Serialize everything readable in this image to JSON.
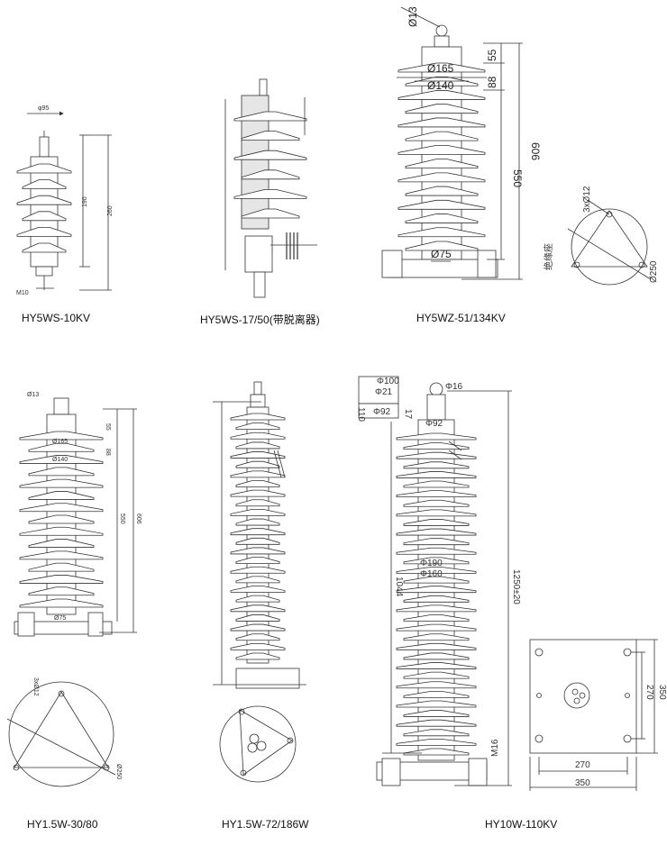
{
  "captions": {
    "a": "HY5WS-10KV",
    "b": "HY5WS-17/50(带脱离器)",
    "c": "HY5WZ-51/134KV",
    "d": "HY1.5W-30/80",
    "e": "HY1.5W-72/186W",
    "f": "HY10W-110KV"
  },
  "fig_a": {
    "dia": "φ95",
    "h1": "190",
    "h2": "260",
    "thread": "M10"
  },
  "fig_c": {
    "d_top": "Ø13",
    "d1": "Ø165",
    "d2": "Ø140",
    "d_base": "Ø75",
    "s1": "55",
    "s2": "88",
    "h1": "550",
    "h2": "606",
    "holes": "3xØ12",
    "pcd": "Ø250",
    "ins": "绝缘座"
  },
  "fig_d": {
    "d_top": "Ø13",
    "d1": "Ø165",
    "d2": "Ø140",
    "d_base": "Ø75",
    "s1": "55",
    "s2": "88",
    "h1": "550",
    "h2": "606",
    "holes": "3xØ12",
    "pcd": "Ø250"
  },
  "fig_f": {
    "d_top": "Φ16",
    "c1": "Φ100",
    "c2": "Φ21",
    "c3": "Φ92",
    "c4": "110",
    "c5": "17",
    "d_cap": "Φ92",
    "d1": "Φ190",
    "d2": "Φ160",
    "h1": "1044",
    "h2": "1250±20",
    "thread": "M16",
    "b1": "270",
    "b2": "350",
    "b3": "270",
    "b4": "350"
  }
}
